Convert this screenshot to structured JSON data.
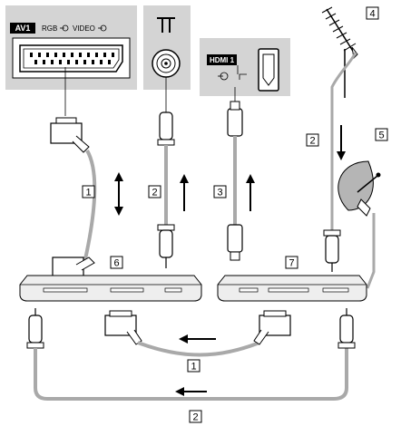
{
  "panels": {
    "scart": {
      "terminal": "AV1",
      "rgb_label": "RGB",
      "video_label": "VIDEO"
    },
    "hdmi": {
      "terminal": "HDMI 1"
    }
  },
  "callouts": {
    "c1": "1",
    "c2": "2",
    "c3": "3",
    "c4": "4",
    "c5": "5",
    "c6": "6",
    "c7": "7"
  },
  "colors": {
    "panel_bg": "#d4d4d4",
    "cable_gray": "#a9a9a9",
    "outline": "#000000",
    "device_fill": "#eeeeee"
  }
}
